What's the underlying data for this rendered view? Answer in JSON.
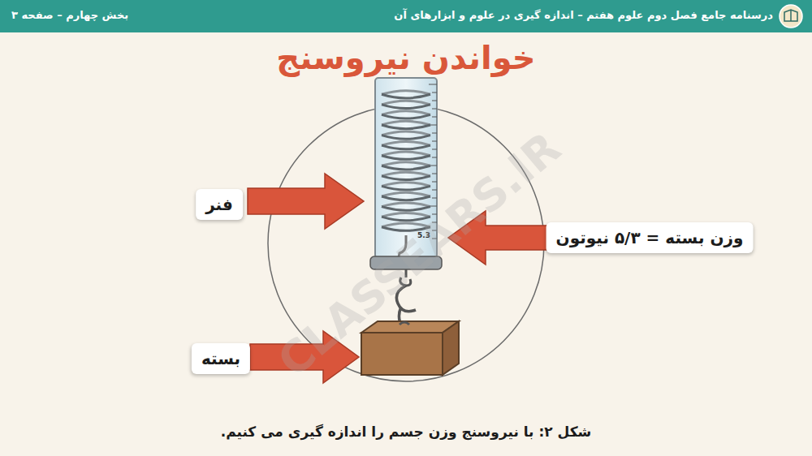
{
  "diagram": {
    "title": "خواندن نیروسنج",
    "caption": "شکل ۲: با نیروسنج وزن جسم را اندازه گیری می کنیم.",
    "nodes": [
      {
        "text": [
          "درسنامه جامع فصل دوم علوم هفتم – اندازه گیری در علوم و ابزارهای آن",
          "بخش چهارم – صفحه ۳"
        ]
      },
      {
        "text": [
          "فنر"
        ]
      },
      {
        "text": [
          "وزن بسته = ۵/۳ نیوتون"
        ]
      },
      {
        "text": [
          "بسته"
        ]
      }
    ],
    "labels": [
      "5.3",
      "CLASSEARS.IR"
    ]
  }
}
